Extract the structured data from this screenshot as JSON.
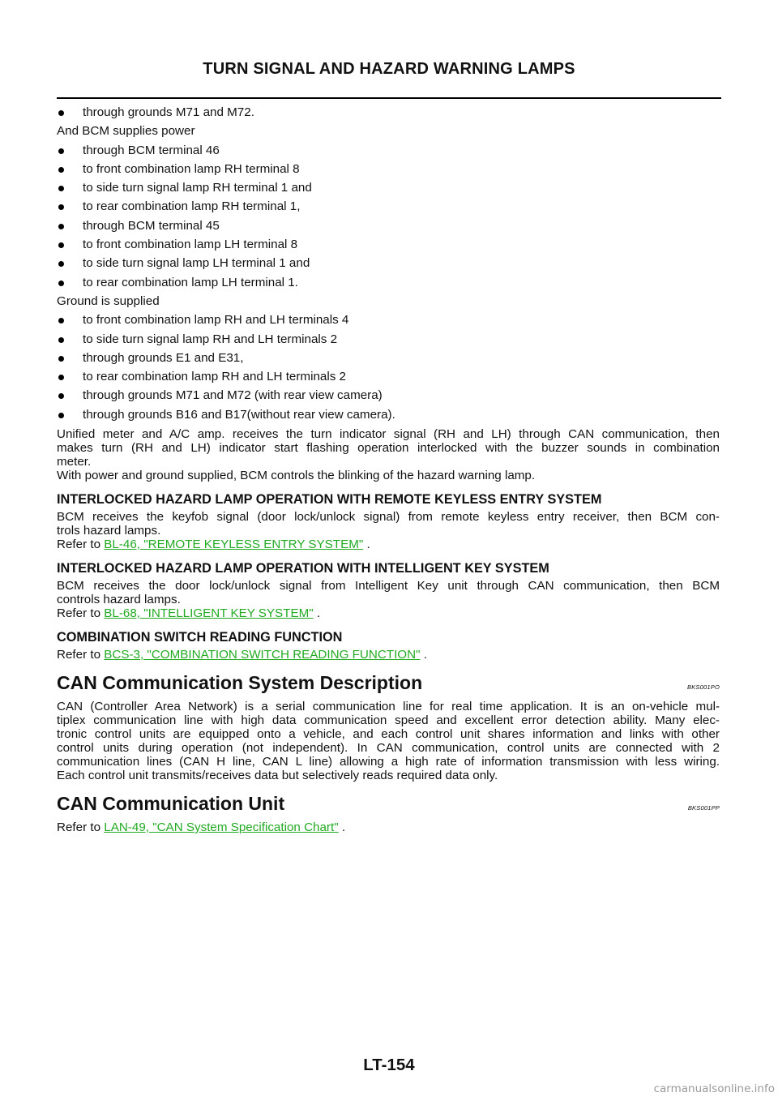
{
  "header": {
    "title": "TURN SIGNAL AND HAZARD WARNING LAMPS"
  },
  "intro": {
    "bullets_a": [
      "through grounds M71 and M72."
    ],
    "line_power": "And BCM supplies power",
    "bullets_b": [
      "through BCM terminal 46",
      "to front combination lamp RH terminal 8",
      "to side turn signal lamp RH terminal 1 and",
      "to rear combination lamp RH terminal 1,",
      "through BCM terminal 45",
      "to front combination lamp LH terminal 8",
      "to side turn signal lamp LH terminal 1 and",
      "to rear combination lamp LH terminal 1."
    ],
    "line_ground": "Ground is supplied",
    "bullets_c": [
      "to front combination lamp RH and LH terminals 4",
      "to side turn signal lamp RH and LH terminals 2",
      "through grounds E1 and E31,",
      "to rear combination lamp RH and LH terminals 2",
      "through grounds M71 and M72 (with rear view camera)",
      "through grounds B16 and B17(without rear view camera)."
    ],
    "para_meter": [
      "Unified meter and A/C amp. receives the turn indicator signal (RH and LH) through CAN communication, then",
      "makes turn (RH and LH) indicator start flashing operation interlocked with the buzzer sounds in combination",
      "meter."
    ],
    "para_bcm": "With power and ground supplied, BCM controls the blinking of the hazard warning lamp."
  },
  "sec_rke": {
    "heading": "INTERLOCKED HAZARD LAMP OPERATION WITH REMOTE KEYLESS ENTRY SYSTEM",
    "body": [
      "BCM receives the keyfob signal (door lock/unlock signal) from remote keyless entry receiver, then BCM con-",
      "trols hazard lamps."
    ],
    "refer": "Refer to",
    "link": "BL-46, \"REMOTE KEYLESS ENTRY SYSTEM\"",
    "end": "."
  },
  "sec_ik": {
    "heading": "INTERLOCKED HAZARD LAMP OPERATION WITH INTELLIGENT KEY SYSTEM",
    "body": [
      "BCM receives the door lock/unlock signal from Intelligent Key unit through CAN communication, then BCM",
      "controls hazard lamps."
    ],
    "refer": "Refer to",
    "link": "BL-68, \"INTELLIGENT KEY SYSTEM\"",
    "end": "."
  },
  "sec_combo": {
    "heading": "COMBINATION SWITCH READING FUNCTION",
    "refer": "Refer to",
    "link": "BCS-3, \"COMBINATION SWITCH READING FUNCTION\"",
    "end": "."
  },
  "sec_can_desc": {
    "heading": "CAN Communication System Description",
    "code": "BKS001PO",
    "body": [
      "CAN (Controller Area Network) is a serial communication line for real time application. It is an on-vehicle mul-",
      "tiplex communication line with high data communication speed and excellent error detection ability. Many elec-",
      "tronic control units are equipped onto a vehicle, and each control unit shares information and links with other",
      "control units during operation (not independent). In CAN communication, control units are connected with 2",
      "communication lines (CAN H line, CAN L line) allowing a high rate of information transmission with less wiring.",
      "Each control unit transmits/receives data but selectively reads required data only."
    ]
  },
  "sec_can_unit": {
    "heading": "CAN Communication Unit",
    "code": "BKS001PP",
    "refer": "Refer to",
    "link": "LAN-49, \"CAN System Specification Chart\"",
    "end": "."
  },
  "footer": {
    "page": "LT-154"
  },
  "watermark": "carmanualsonline.info"
}
